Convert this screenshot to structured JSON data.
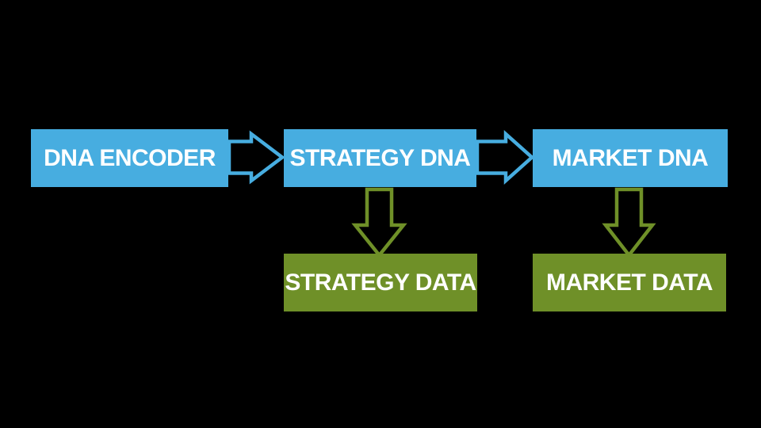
{
  "diagram": {
    "nodes": {
      "dna_encoder": {
        "label": "DNA ENCODER",
        "color": "#47ADE0",
        "row": "top"
      },
      "strategy_dna": {
        "label": "STRATEGY DNA",
        "color": "#47ADE0",
        "row": "top"
      },
      "market_dna": {
        "label": "MARKET DNA",
        "color": "#47ADE0",
        "row": "top"
      },
      "strategy_data": {
        "label": "STRATEGY DATA",
        "color": "#6F9028",
        "row": "bottom"
      },
      "market_data": {
        "label": "MARKET DATA",
        "color": "#6F9028",
        "row": "bottom"
      }
    },
    "edges": [
      {
        "from": "dna_encoder",
        "to": "strategy_dna",
        "direction": "right",
        "style": "hollow-outline",
        "color": "#47ADE0"
      },
      {
        "from": "strategy_dna",
        "to": "market_dna",
        "direction": "right",
        "style": "hollow-outline",
        "color": "#47ADE0"
      },
      {
        "from": "strategy_dna",
        "to": "strategy_data",
        "direction": "down",
        "style": "hollow-outline",
        "color": "#6F9028"
      },
      {
        "from": "market_dna",
        "to": "market_data",
        "direction": "down",
        "style": "hollow-outline",
        "color": "#6F9028"
      }
    ],
    "colors": {
      "background": "#000000",
      "node_blue": "#47ADE0",
      "node_green": "#6F9028",
      "arrow_blue": "#47ADE0",
      "arrow_green": "#6F9028",
      "text": "#FFFFFF"
    }
  }
}
